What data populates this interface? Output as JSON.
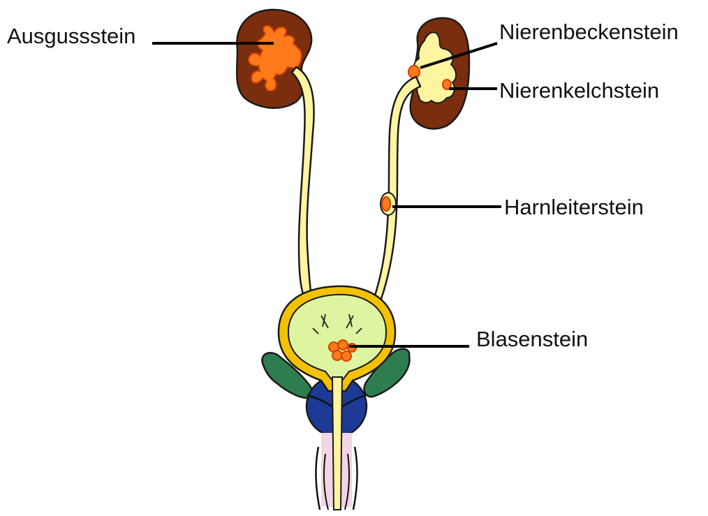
{
  "labels": {
    "ausgussstein": "Ausgussstein",
    "nierenbeckenstein": "Nierenbeckenstein",
    "nierenkelchstein": "Nierenkelchstein",
    "harnleiterstein": "Harnleiterstein",
    "blasenstein": "Blasenstein"
  },
  "colors": {
    "kidney": "#7a2e0e",
    "urine": "#fff4a0",
    "bladder_fill": "#ddf5a0",
    "bladder_wall": "#f2c200",
    "stone": "#ff7a1a",
    "stone_outline": "#d04000",
    "prostate": "#1c3a96",
    "seminal_vesicle": "#2e7d4f",
    "penis_tissue": "#f3d6e6"
  }
}
